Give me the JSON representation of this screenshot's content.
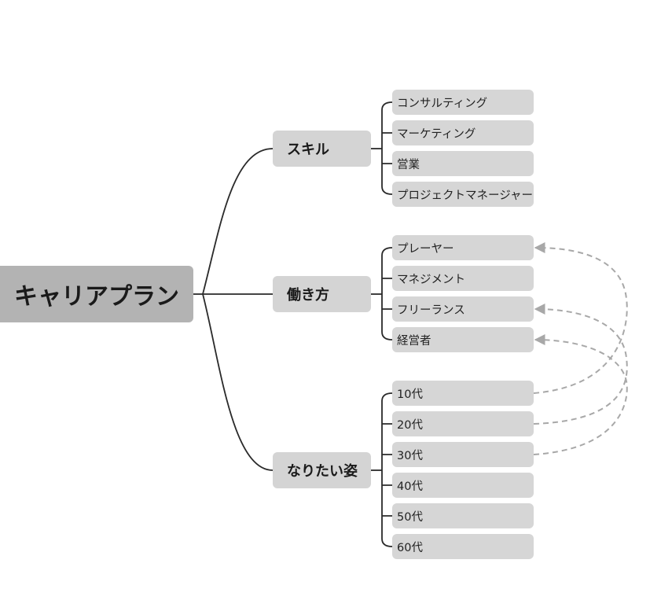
{
  "root": {
    "label": "キャリアプラン"
  },
  "branches": [
    {
      "label": "スキル",
      "items": [
        "コンサルティング",
        "マーケティング",
        "営業",
        "プロジェクトマネージャー"
      ]
    },
    {
      "label": "働き方",
      "items": [
        "プレーヤー",
        "マネジメント",
        "フリーランス",
        "経営者"
      ]
    },
    {
      "label": "なりたい姿",
      "items": [
        "10代",
        "20代",
        "30代",
        "40代",
        "50代",
        "60代"
      ]
    }
  ],
  "relations": [
    {
      "from": "10代",
      "to": "プレーヤー"
    },
    {
      "from": "20代",
      "to": "フリーランス"
    },
    {
      "from": "30代",
      "to": "経営者"
    }
  ],
  "colors": {
    "root": "#b3b3b3",
    "node": "#d4d4d4",
    "line": "#2a2a2a",
    "relation": "#a8a8a8"
  }
}
